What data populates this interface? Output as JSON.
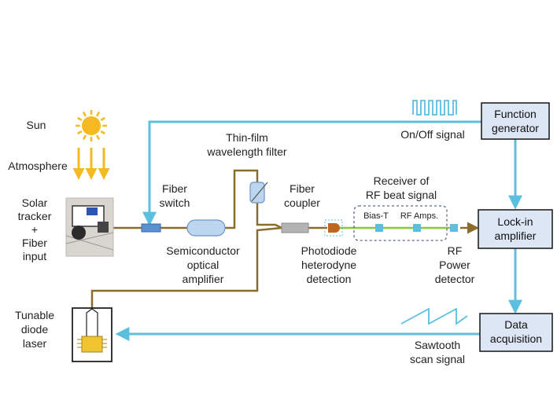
{
  "labels": {
    "sun": "Sun",
    "atmosphere": "Atmosphere",
    "tracker": [
      "Solar",
      "tracker",
      "+",
      "Fiber",
      "input"
    ],
    "fiber_switch": [
      "Fiber",
      "switch"
    ],
    "soa": [
      "Semiconductor",
      "optical",
      "amplifier"
    ],
    "thin_film": [
      "Thin-film",
      "wavelength filter"
    ],
    "fiber_coupler": [
      "Fiber",
      "coupler"
    ],
    "photodiode": [
      "Photodiode",
      "heterodyne",
      "detection"
    ],
    "receiver": [
      "Receiver of",
      "RF beat signal"
    ],
    "bias_t": "Bias-T",
    "rf_amps": "RF Amps.",
    "rf_power": [
      "RF",
      "Power",
      "detector"
    ],
    "onoff": "On/Off signal",
    "sawtooth": [
      "Sawtooth",
      "scan signal"
    ],
    "tunable": [
      "Tunable",
      "diode",
      "laser"
    ]
  },
  "boxes": {
    "function_generator": [
      "Function",
      "generator"
    ],
    "lockin": [
      "Lock-in",
      "amplifier"
    ],
    "daq": [
      "Data",
      "acquisition"
    ]
  },
  "colors": {
    "signal_line": "#5bbfe0",
    "fiber_line": "#8a6d2a",
    "rf_line": "#8cc63f",
    "box_fill": "#dde6f4",
    "sun": "#f5b921"
  }
}
